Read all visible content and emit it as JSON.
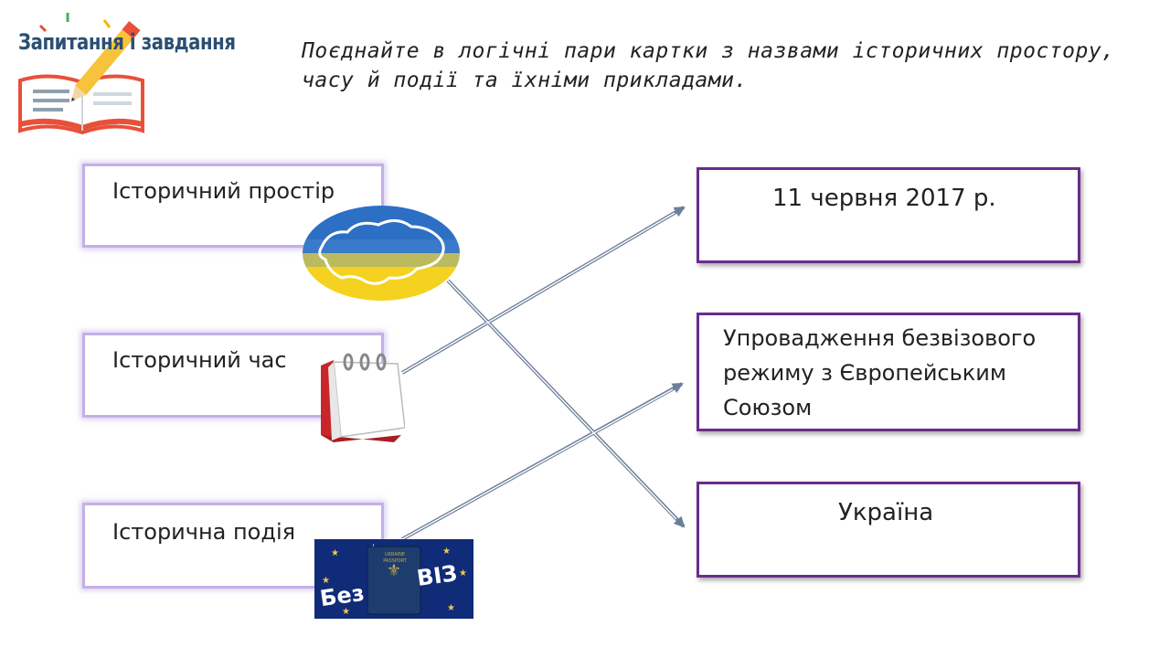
{
  "header": {
    "logo_title": "Запитання і завдання",
    "instruction": "Поєднайте в логічні пари картки з назвами історичних простору, часу й події та їхніми прикладами."
  },
  "left_cards": [
    {
      "label": "Історичний простір"
    },
    {
      "label": "Історичний час"
    },
    {
      "label": "Історична подія"
    }
  ],
  "right_cards": [
    {
      "label": "11 червня 2017 р."
    },
    {
      "label": "Упровадження безвізового режиму з Європейським Союзом"
    },
    {
      "label": "Україна"
    }
  ],
  "pictures": {
    "map_icon": "ukraine-flag-map-icon",
    "calendar_icon": "calendar-icon",
    "bezviz_text_left": "Без",
    "bezviz_text_right": "ВІЗ",
    "passport_text": "UKRAINE PASSPORT"
  },
  "colors": {
    "arrow": "#6c7f99",
    "card_border_right": "#6a2c8a",
    "card_border_left": "#c4b0e6",
    "flag_blue": "#2d6fc4",
    "flag_yellow": "#f5d21f"
  }
}
